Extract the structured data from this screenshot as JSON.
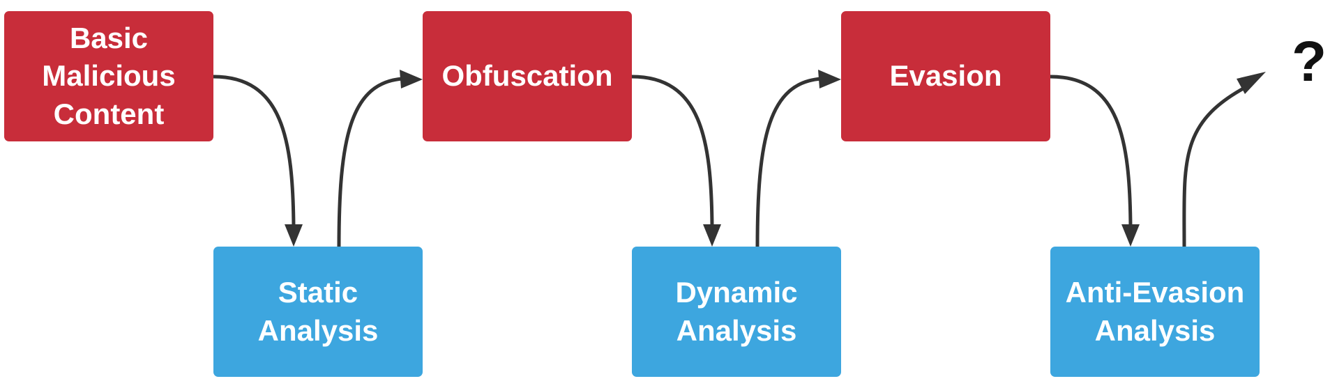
{
  "colors": {
    "attack_box": "#c82d3a",
    "defense_box": "#3da6df",
    "connector": "#333333",
    "text": "#ffffff"
  },
  "attack_steps": [
    {
      "label": "Basic\nMalicious\nContent"
    },
    {
      "label": "Obfuscation"
    },
    {
      "label": "Evasion"
    }
  ],
  "defense_steps": [
    {
      "label": "Static\nAnalysis"
    },
    {
      "label": "Dynamic\nAnalysis"
    },
    {
      "label": "Anti-Evasion\nAnalysis"
    }
  ],
  "next_step": "?"
}
